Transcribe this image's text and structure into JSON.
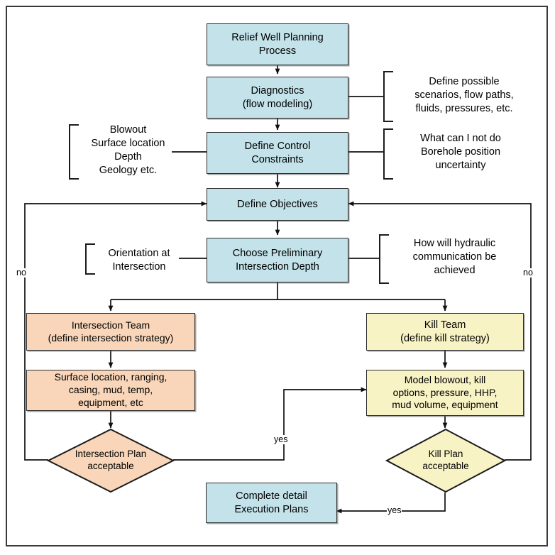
{
  "diagram": {
    "title": "Relief Well Planning Process Flowchart",
    "colors": {
      "blue": "#c3e2ea",
      "orange": "#f9d6b9",
      "yellow": "#f8f3c4",
      "stroke": "#2b2b2b",
      "frame": "#3a3a3a",
      "background": "#ffffff"
    },
    "nodes": {
      "relief_well": "Relief Well Planning\nProcess",
      "diagnostics": "Diagnostics\n(flow modeling)",
      "control_constraints": "Define Control\nConstraints",
      "define_objectives": "Define Objectives",
      "choose_depth": "Choose Preliminary\nIntersection Depth",
      "intersection_team": "Intersection Team\n(define intersection strategy)",
      "intersection_detail": "Surface location, ranging,\ncasing, mud, temp,\nequipment, etc",
      "kill_team": "Kill Team\n(define kill strategy)",
      "kill_detail": "Model blowout, kill\noptions, pressure, HHP,\nmud volume, equipment",
      "execution_plans": "Complete detail\nExecution Plans"
    },
    "decisions": {
      "intersection_plan": "Intersection Plan\nacceptable",
      "kill_plan": "Kill Plan\nacceptable"
    },
    "notes": {
      "left_inputs": "Blowout\nSurface location\nDepth\nGeology etc.",
      "orientation": "Orientation at\nIntersection",
      "diagnostics_note": "Define possible\nscenarios, flow paths,\nfluids, pressures, etc.",
      "constraints_note": "What can I not do\nBorehole position\nuncertainty",
      "hydraulic_note": "How will hydraulic\ncommunication be\nachieved"
    },
    "edge_labels": {
      "no_left": "no",
      "no_right": "no",
      "yes_intersection": "yes",
      "yes_kill": "yes"
    }
  }
}
